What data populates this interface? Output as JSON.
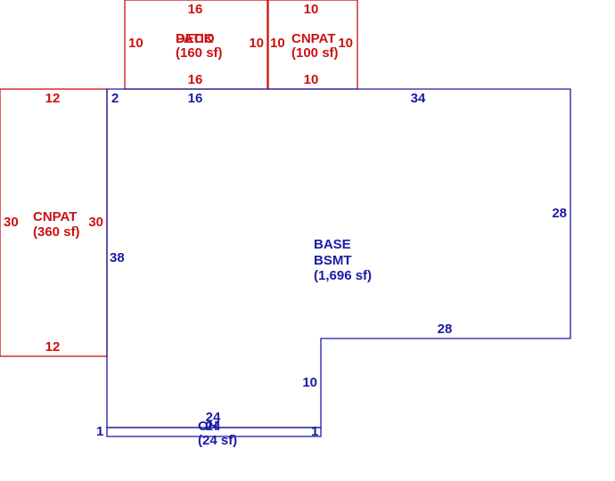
{
  "colors": {
    "red": "#cc1111",
    "blue": "#1a1aa6"
  },
  "deck": {
    "label_a": "DECK",
    "label_b": "PATIO",
    "area": "(160 sf)",
    "dim_top": "16",
    "dim_bottom": "16",
    "dim_left": "10",
    "dim_right": "10"
  },
  "cnpat_small": {
    "label": "CNPAT",
    "area": "(100 sf)",
    "dim_top": "10",
    "dim_bottom": "10",
    "dim_left": "10",
    "dim_right": "10"
  },
  "cnpat_large": {
    "label": "CNPAT",
    "area": "(360 sf)",
    "dim_top": "12",
    "dim_bottom": "12",
    "dim_left": "30",
    "dim_right": "30"
  },
  "base": {
    "label_line1": "BASE",
    "label_line2": "BSMT",
    "area": "(1,696 sf)",
    "dim_top_a": "2",
    "dim_top_b": "16",
    "dim_top_c": "34",
    "dim_right": "28",
    "dim_left": "38",
    "dim_step_horizontal": "28",
    "dim_step_vertical": "10"
  },
  "oh": {
    "label": "OH",
    "area": "(24 sf)",
    "dim_top": "24",
    "dim_bottom": "24",
    "dim_left": "1",
    "dim_right": "1"
  }
}
